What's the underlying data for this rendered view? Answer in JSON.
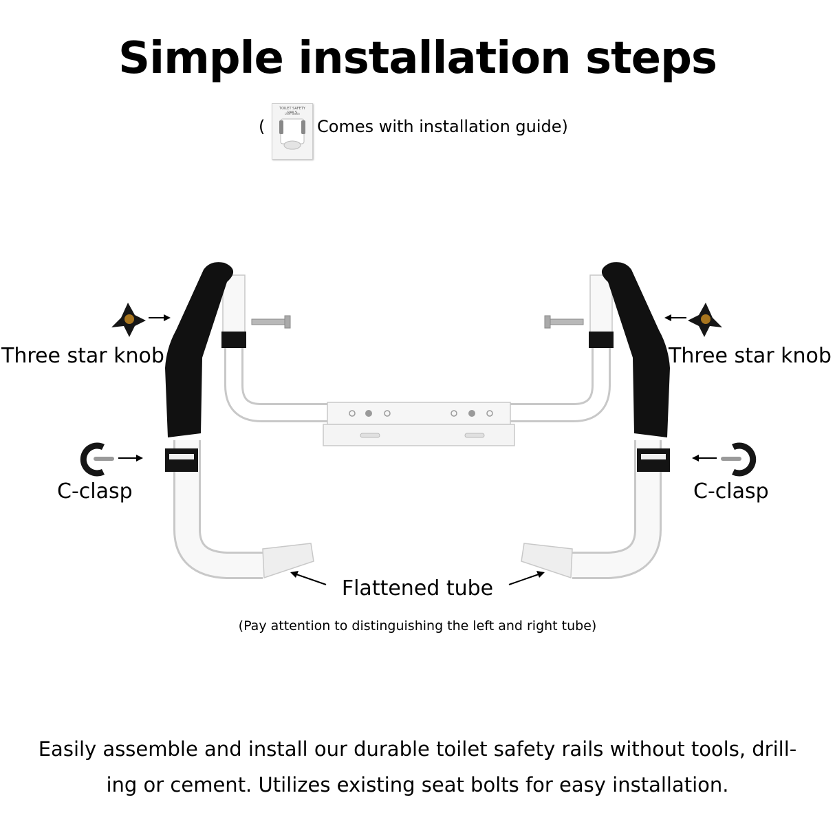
{
  "header": {
    "title": "Simple installation steps",
    "guide_open": "(",
    "guide_text": "Comes with installation guide)",
    "booklet_title": "TOILET SAFETY RAILS",
    "booklet_subtitle": "User Guide"
  },
  "labels": {
    "knob_left": "Three star knob",
    "knob_right": "Three star knob",
    "clasp_left": "C-clasp",
    "clasp_right": "C-clasp",
    "flattened": "Flattened tube",
    "note": "(Pay attention to distinguishing the left and right tube)"
  },
  "description": "Easily assemble and install our durable toilet safety rails without tools, drill- ing or cement. Utilizes existing seat bolts for easy installation.",
  "colors": {
    "foam": "#111111",
    "frame": "#ffffff",
    "frame_outline": "#c8c8c8",
    "text": "#000000"
  }
}
